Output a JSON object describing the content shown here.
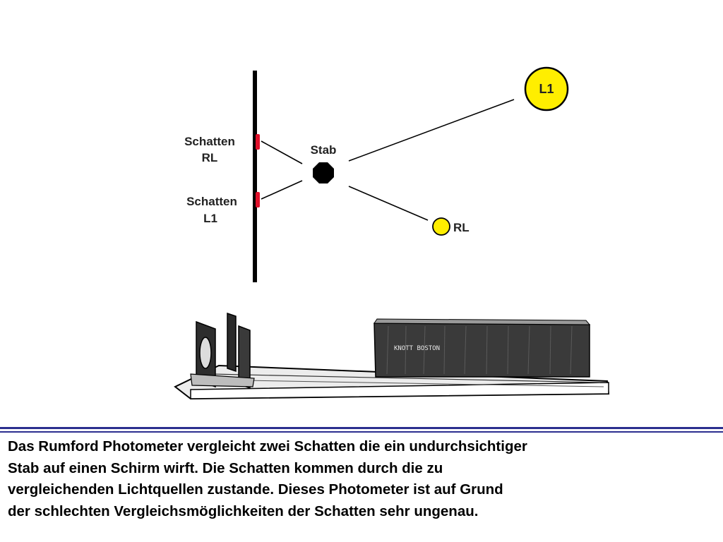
{
  "diagram": {
    "labels": {
      "shadow_rl_line1": "Schatten",
      "shadow_rl_line2": "RL",
      "shadow_l1_line1": "Schatten",
      "shadow_l1_line2": "L1",
      "rod": "Stab",
      "lamp_l1": "L1",
      "lamp_rl": "RL"
    },
    "colors": {
      "lamp_fill": "#ffee00",
      "shadow_mark": "#e0102a",
      "rod_fill": "#000000"
    }
  },
  "apparatus": {
    "engraving": "KNOTT BOSTON"
  },
  "caption": {
    "lines": [
      "Das Rumford Photometer vergleicht zwei Schatten die ein undurchsichtiger",
      "Stab auf einen Schirm wirft. Die Schatten kommen durch die zu",
      "vergleichenden Lichtquellen zustande. Dieses Photometer ist auf Grund",
      "der schlechten Vergleichsmöglichkeiten der Schatten sehr ungenau."
    ]
  }
}
